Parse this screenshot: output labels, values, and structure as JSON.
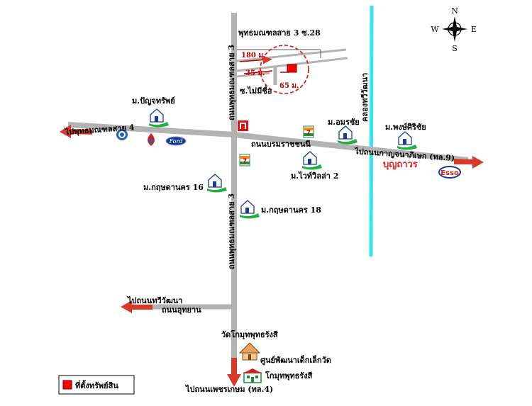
{
  "labels": {
    "soi28": "พุทธมณฑลสาย 3 ซ.28",
    "dist_180": "180 ม.",
    "dist_35": "35 ม.",
    "dist_65": "65 ม.",
    "soi_noname": "ซ.ไม่มีชื่อ",
    "road_phutthamonthon3_top": "ถนนพุทธมณฑลสาย 3",
    "road_phutthamonthon3_bottom": "ถนนพุทธมณฑลสาย 3",
    "khlong": "คลองทวีวัฒนา",
    "road_borom": "ถนนบรมราชชนนี",
    "to_phutthamonthon4": "ไปพุทธมณฑลสาย 4",
    "to_kanchanaphisek": "ไปถนนกาญจนาภิเษก (ทล.9)",
    "to_thawiwatthana": "ไปถนนทวีวัฒนา",
    "road_uthayan": "ถนนอุทยาน",
    "to_phetkasem": "ไปถนนเพชรเกษม (ทล.4)",
    "m_panjasap": "ม.ปัญจทรัพย์",
    "m_amonchai": "ม.อมรชัย",
    "m_pongsirichai": "ม.พงษ์ศิริชัย",
    "m_wiseville2": "ม.ไวท์วิลล่า 2",
    "m_krisdanakorn16": "ม.กฤษดานคร 16",
    "m_krisdanakorn18": "ม.กฤษดานคร 18",
    "wat": "วัดโกมุทพุทธรังสี",
    "child_center": "ศูนย์พัฒนาเด็กเล็กวัด",
    "school": "โกมุทพุทธรังสี",
    "boonthavorn": "บุญถาวร",
    "esso": "Esso",
    "ford": "Ford",
    "legend_property": "ที่ตั้งทรัพย์สิน"
  },
  "compass": {
    "n": "N",
    "s": "S",
    "e": "E",
    "w": "W"
  },
  "colors": {
    "road": "#b3b3b3",
    "khlong": "#33e6f0",
    "arrow": "#d83a2a",
    "property": "#ff0000",
    "distance": "#c00000"
  }
}
